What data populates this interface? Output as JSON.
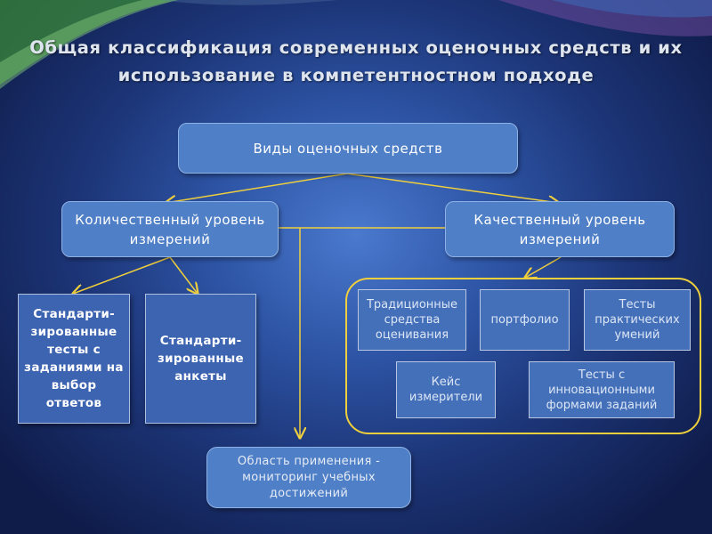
{
  "slide": {
    "title": "Общая классификация современных оценочных средств и их использование в компетентностном подходе"
  },
  "diagram": {
    "root": "Виды оценочных средств",
    "quantitative": "Количественный уровень измерений",
    "qualitative": "Качественный уровень измерений",
    "quantitative_items": [
      "Стандарти­зированны­е тесты с заданиями на выбор ответов",
      "Стандарти­зированны­е анкеты"
    ],
    "qualitative_items": [
      "Традиционн­ые средства оценивания",
      "портфоли­о",
      "Тесты практическ­их умений",
      "Кейс измерител­и",
      "Тесты с инновационными формами заданий"
    ],
    "application": "Область применения - мониторинг учебных достижений"
  },
  "colors": {
    "arrow": "#f0cf3c",
    "box_fill": "#4f7fc6",
    "group_outline": "#f0cf3c"
  }
}
